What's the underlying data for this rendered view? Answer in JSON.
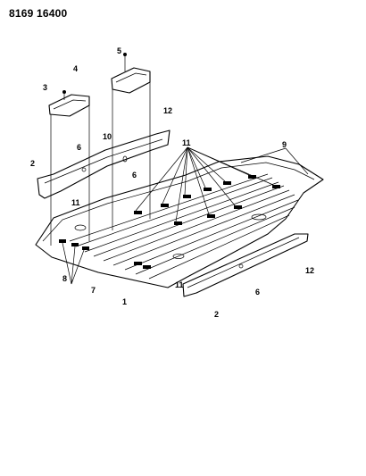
{
  "figure": {
    "code": "8169 16400"
  },
  "callouts": [
    "1",
    "2",
    "2",
    "3",
    "4",
    "5",
    "6",
    "6",
    "6",
    "7",
    "8",
    "9",
    "10",
    "11",
    "11",
    "11",
    "12",
    "12"
  ]
}
